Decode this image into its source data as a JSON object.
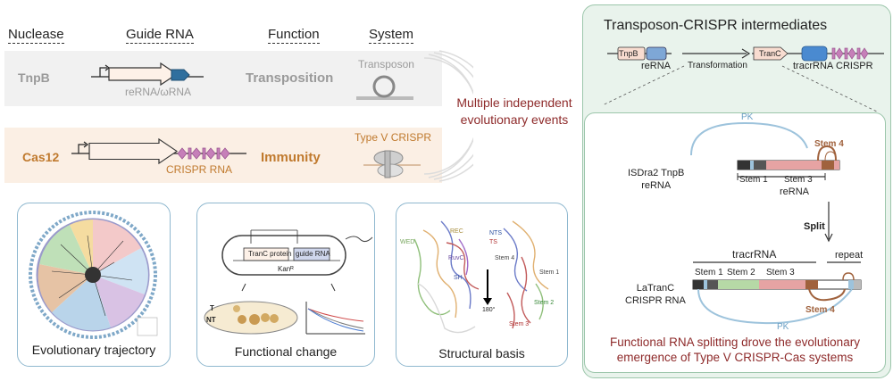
{
  "headers": {
    "nuclease": "Nuclease",
    "guide_rna": "Guide RNA",
    "function": "Function",
    "system": "System"
  },
  "tnpb_row": {
    "name": "TnpB",
    "rna": "reRNA/ωRNA",
    "function": "Transposition",
    "system": "Transposon"
  },
  "cas12_row": {
    "name": "Cas12",
    "rna": "CRISPR RNA",
    "function": "Immunity",
    "system": "Type V CRISPR"
  },
  "center_text": {
    "line1": "Multiple independent",
    "line2": "evolutionary events"
  },
  "panels": {
    "evolutionary": "Evolutionary trajectory",
    "functional": "Functional change",
    "structural": "Structural basis"
  },
  "functional_panel": {
    "tranc_protein": "TranC protein",
    "guide_rna": "guide RNA",
    "kan": "Kanᴿ",
    "t": "T",
    "nt": "NT"
  },
  "structural_panel": {
    "nts": "NTS",
    "ts": "TS",
    "stem4": "Stem 4",
    "stem1": "Stem 1",
    "stem2": "Stem 2",
    "stem3": "Stem 3",
    "sh": "SH",
    "ruv": "RuvC",
    "rec": "REC",
    "wed": "WED",
    "angle": "180°"
  },
  "right": {
    "title": "Transposon-CRISPR intermediates",
    "tnpb_gene": "TnpB",
    "rerna": "reRNA",
    "transformation": "Transformation",
    "tranc_gene": "TranC",
    "tracrrna": "tracrRNA",
    "crispr": "CRISPR",
    "pk_top": "PK",
    "stem4_top": "Stem 4",
    "isdra2_l1": "ISDra2 TnpB",
    "isdra2_l2": "reRNA",
    "stem1_top": "Stem 1",
    "stem3_top": "Stem 3",
    "rerna_bracket": "reRNA",
    "split": "Split",
    "tracrrna_bracket": "tracrRNA",
    "repeat": "repeat",
    "stem1_bot": "Stem 1",
    "stem2_bot": "Stem 2",
    "stem3_bot": "Stem 3",
    "latranc_l1": "LaTranC",
    "latranc_l2": "CRISPR RNA",
    "stem4_bot": "Stem 4",
    "pk_bot": "PK",
    "conclusion_l1": "Functional RNA splitting drove the evolutionary",
    "conclusion_l2": "emergence of Type V CRISPR-Cas systems"
  },
  "colors": {
    "tnpb_text": "#9a9a9a",
    "cas_text": "#c07a2e",
    "crispr_pink": "#c67fb9",
    "accent_red": "#8e2a2a",
    "panel_border": "#8fb8cf",
    "green_border": "#9cc6ab",
    "stem_pink": "#e6a3a3",
    "stem_green": "#b6d9a6",
    "stem_brown": "#a0623d",
    "pk_blue": "#9dc3dc"
  }
}
